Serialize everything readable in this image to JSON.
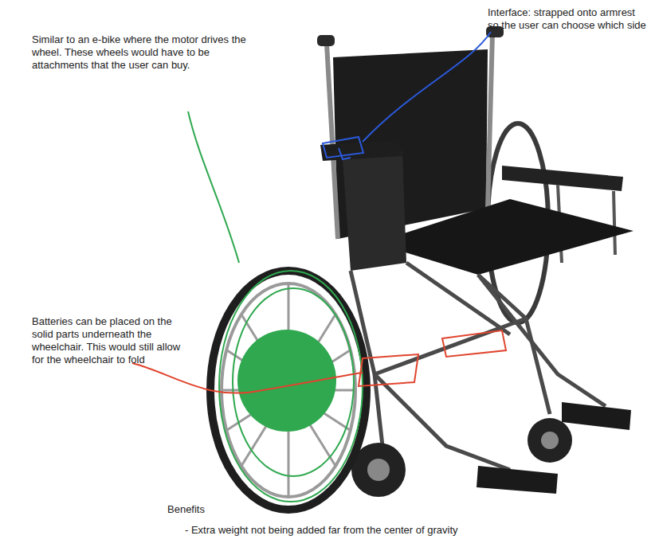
{
  "diagram": {
    "labels": [
      "Interface: strapped onto armrest so the user can choose which side",
      "Similar to an e-bike where the motor drives the wheel. These wheels would have to be attachments that the user can buy.",
      "Batteries can be placed on the solid parts underneath the wheelchair. This would still allow for the wheelchair to fold",
      "Benefits",
      "- Extra weight not being added far from the center of gravity"
    ]
  }
}
